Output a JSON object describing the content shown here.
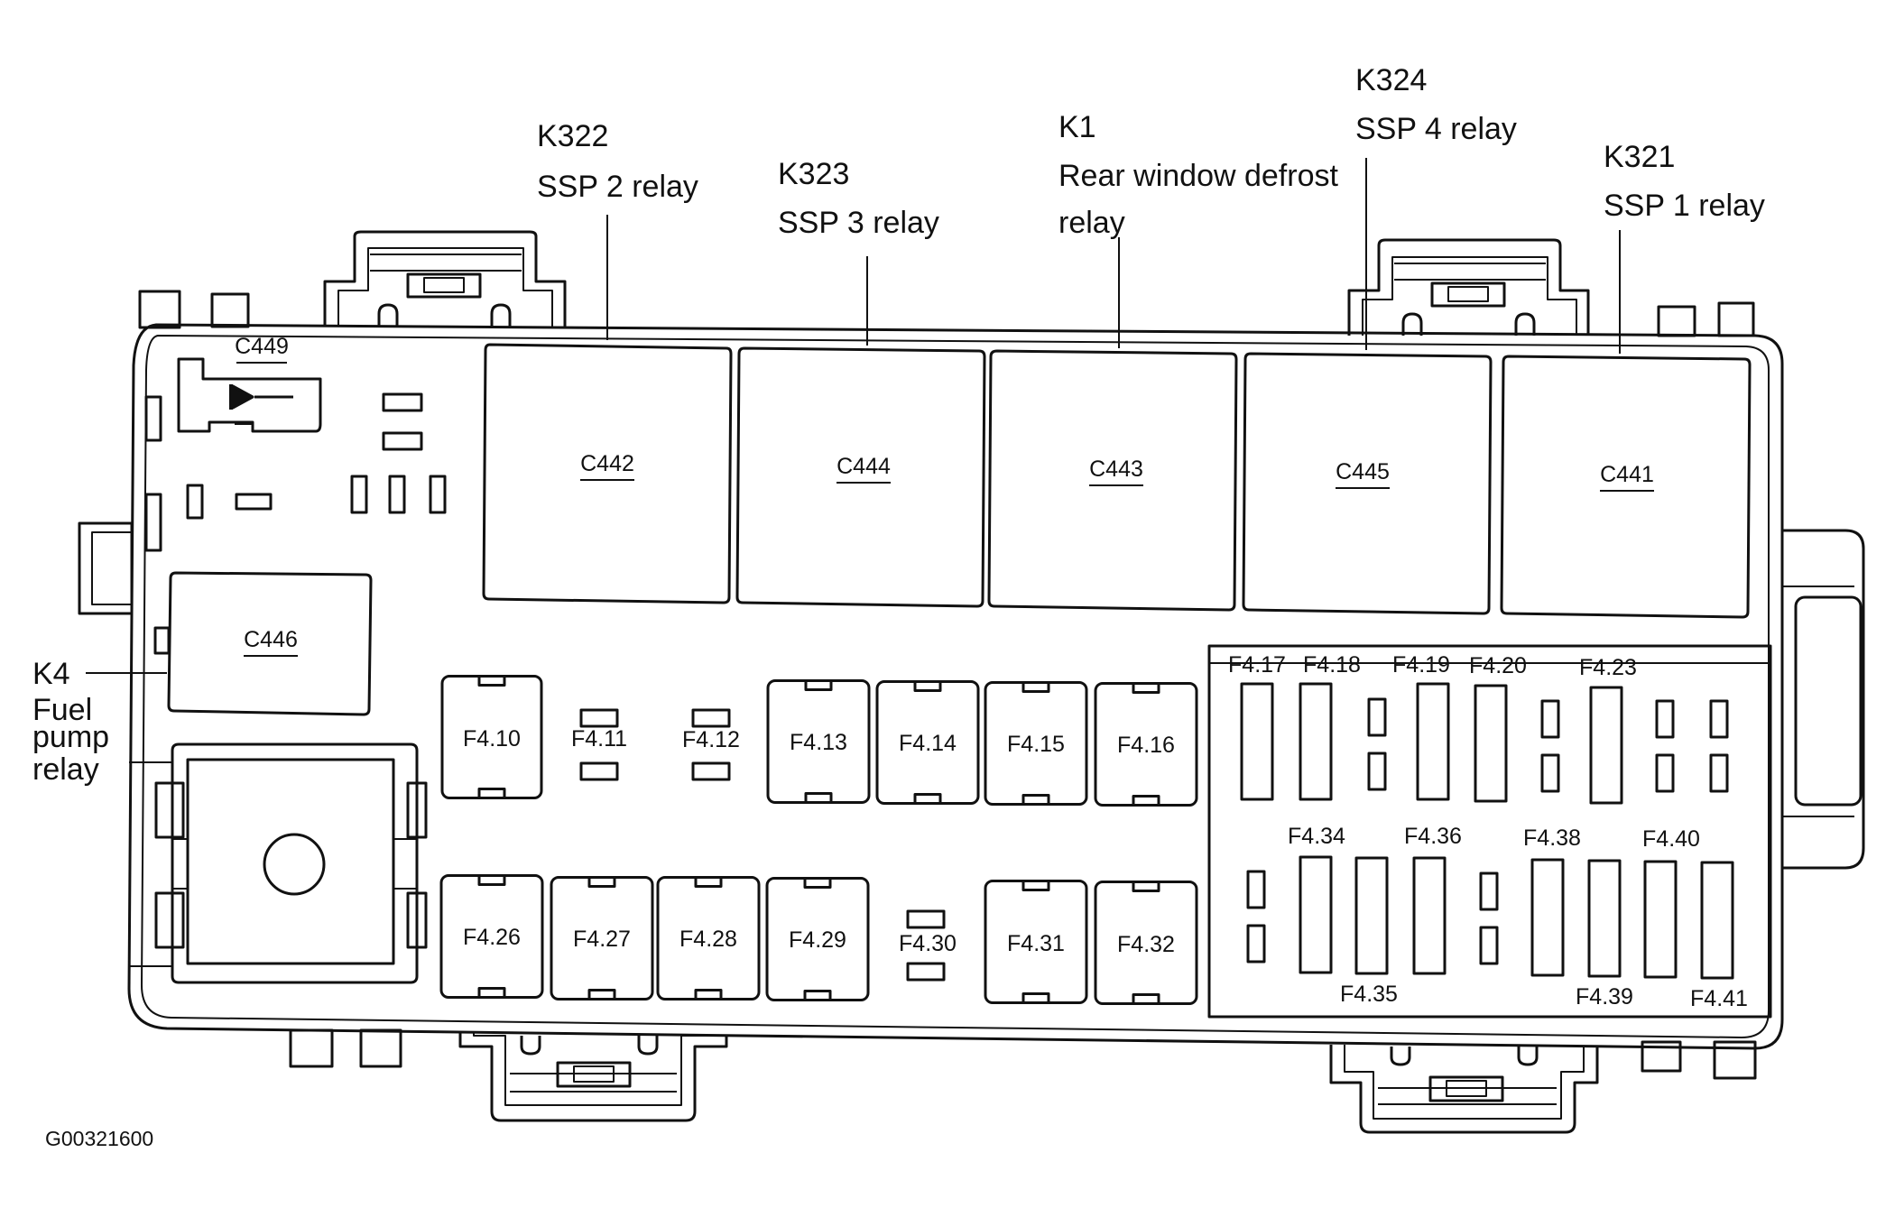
{
  "colors": {
    "ink": "#111111",
    "paper": "#ffffff"
  },
  "relays": [
    {
      "id": "K322",
      "desc": "SSP 2 relay",
      "connector": "C442"
    },
    {
      "id": "K323",
      "desc": "SSP 3 relay",
      "connector": "C444"
    },
    {
      "id": "K1",
      "desc": "Rear window defrost",
      "desc2": "relay",
      "connector": "C443"
    },
    {
      "id": "K324",
      "desc": "SSP 4 relay",
      "connector": "C445"
    },
    {
      "id": "K321",
      "desc": "SSP 1 relay",
      "connector": "C441"
    }
  ],
  "k4": {
    "id": "K4",
    "line1": "Fuel",
    "line2": "pump",
    "line3": "relay",
    "connector": "C446"
  },
  "diode_connector": "C449",
  "fuses": {
    "f4_10": "F4.10",
    "f4_11": "F4.11",
    "f4_12": "F4.12",
    "f4_13": "F4.13",
    "f4_14": "F4.14",
    "f4_15": "F4.15",
    "f4_16": "F4.16",
    "f4_17": "F4.17",
    "f4_18": "F4.18",
    "f4_19": "F4.19",
    "f4_20": "F4.20",
    "f4_23": "F4.23",
    "f4_26": "F4.26",
    "f4_27": "F4.27",
    "f4_28": "F4.28",
    "f4_29": "F4.29",
    "f4_30": "F4.30",
    "f4_31": "F4.31",
    "f4_32": "F4.32",
    "f4_34": "F4.34",
    "f4_35": "F4.35",
    "f4_36": "F4.36",
    "f4_38": "F4.38",
    "f4_39": "F4.39",
    "f4_40": "F4.40",
    "f4_41": "F4.41"
  },
  "figure_id": "G00321600"
}
